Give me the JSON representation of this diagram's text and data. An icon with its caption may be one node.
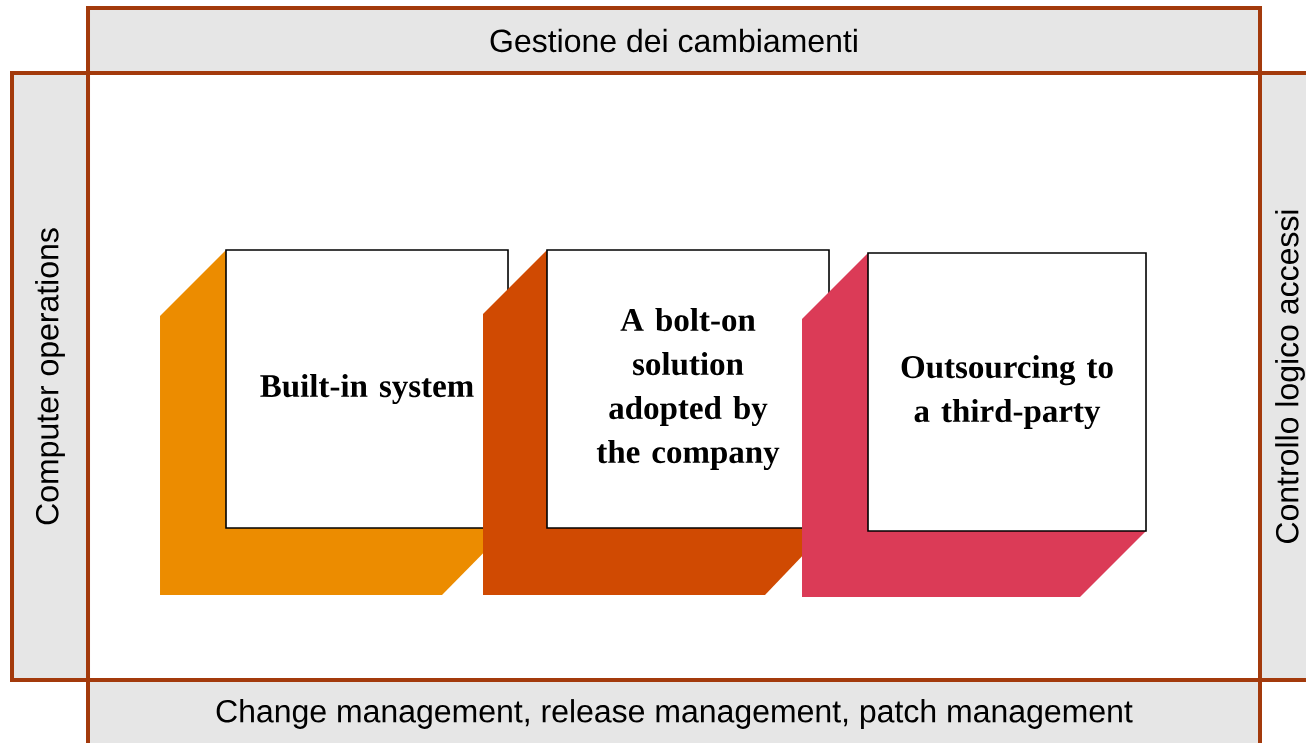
{
  "diagram": {
    "nodes": [
      {
        "text": [
          "Gestione dei cambiamenti"
        ]
      },
      {
        "text": [
          "Computer operations"
        ]
      },
      {
        "text": [
          "Built-in system"
        ]
      },
      {
        "text": [
          "A bolt-on solution adopted by the company"
        ]
      },
      {
        "text": [
          "Outsourcing to a third-party"
        ]
      },
      {
        "text": [
          "Controllo logico accessi"
        ]
      },
      {
        "text": [
          "Change management, release management, patch management"
        ]
      }
    ],
    "edges": []
  }
}
